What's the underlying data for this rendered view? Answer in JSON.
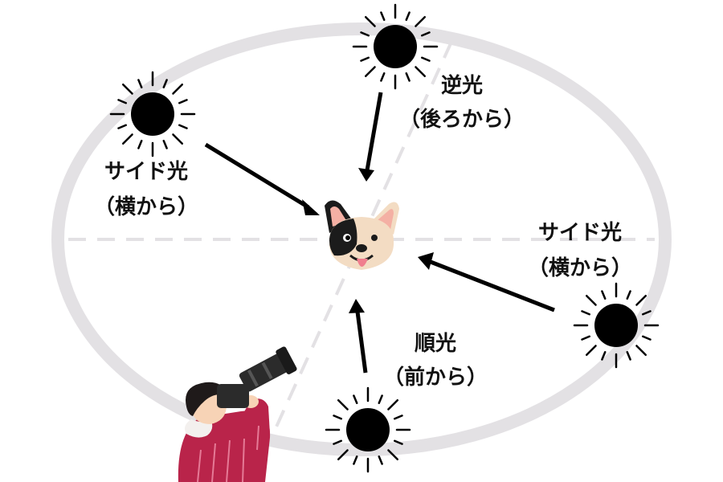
{
  "labels": {
    "back": {
      "title": "逆光",
      "sub": "（後ろから）"
    },
    "side_left": {
      "title": "サイド光",
      "sub": "（横から）"
    },
    "side_right": {
      "title": "サイド光",
      "sub": "（横から）"
    },
    "front": {
      "title": "順光",
      "sub": "（前から）"
    }
  },
  "colors": {
    "ellipse": "#e3e1e4",
    "dashed": "#e3e1e4",
    "sun": "#000000",
    "arrow": "#000000",
    "dog_cream": "#f3dcc3",
    "dog_black": "#1b1b1b",
    "ear_pink": "#f4b0a4",
    "tongue": "#f07e8e",
    "jacket": "#b9244a",
    "skin": "#f7d3b6",
    "hair": "#1f1a1a",
    "camera": "#2b2b2b"
  },
  "icons": [
    "sun-icon",
    "dog-face-icon",
    "photographer-icon"
  ]
}
